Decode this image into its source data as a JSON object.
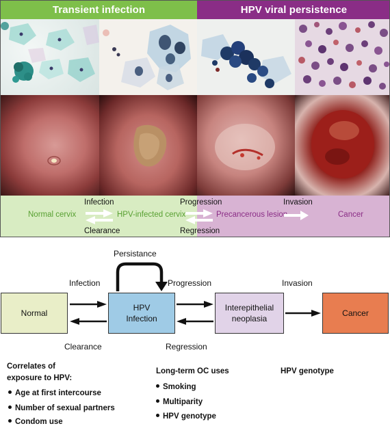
{
  "top_figure": {
    "header_left": "Transient infection",
    "header_right": "HPV viral persistence",
    "stages": {
      "normal": "Normal cervix",
      "infected": "HPV-infected cervix",
      "precancer": "Precancerous lesion",
      "cancer": "Cancer"
    },
    "transitions": {
      "infection": "Infection",
      "clearance": "Clearance",
      "progression": "Progression",
      "regression": "Regression",
      "invasion": "Invasion"
    },
    "colors": {
      "transient_green": "#7ebf4a",
      "persistence_purple": "#8a2d86",
      "strip_green": "#d8ecc2",
      "strip_purple": "#d8b3d3"
    }
  },
  "flow": {
    "boxes": {
      "normal": "Normal",
      "hpv_line1": "HPV",
      "hpv_line2": "Infection",
      "inter_line1": "Interepithelial",
      "inter_line2": "neoplasia",
      "cancer": "Cancer"
    },
    "labels": {
      "persistance": "Persistance",
      "infection": "Infection",
      "progression": "Progression",
      "invasion": "Invasion",
      "clearance": "Clearance",
      "regression": "Regression"
    },
    "colors": {
      "normal": "#e9eec8",
      "hpv": "#9fcbe6",
      "inter": "#e1d3e8",
      "cancer": "#e87d50"
    }
  },
  "correlates": {
    "col1_title_line1": "Correlates of",
    "col1_title_line2": "exposure to HPV:",
    "col1_items": [
      "Age at first intercourse",
      "Number of sexual partners",
      "Condom use"
    ],
    "col2_title": "Long-term OC uses",
    "col2_items": [
      "Smoking",
      "Multiparity",
      "HPV genotype"
    ],
    "col3_title": "HPV genotype"
  }
}
